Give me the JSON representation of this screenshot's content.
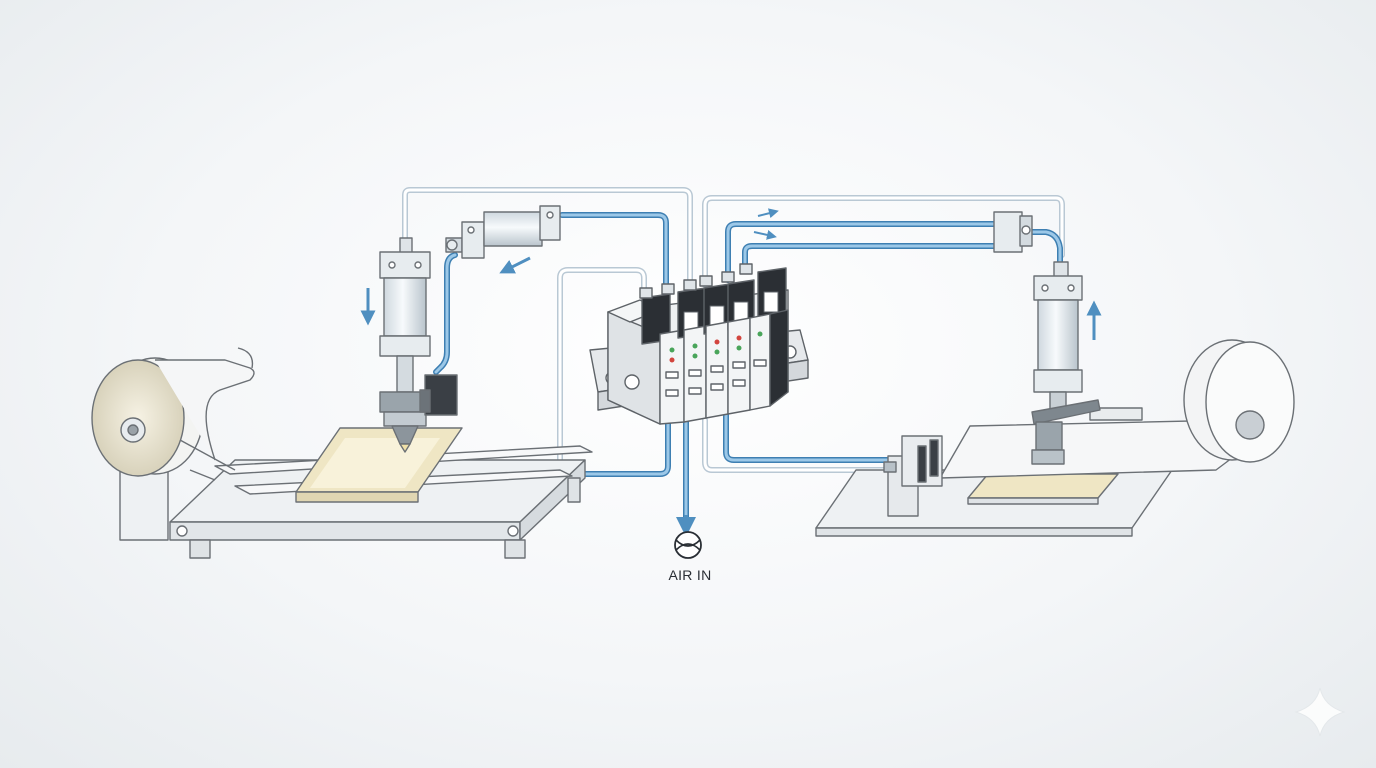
{
  "diagram": {
    "air_inlet": {
      "label": "AIR IN",
      "icon": "air-supply-icon"
    },
    "colors": {
      "air_line": "#5f9fcc",
      "air_line_light": "#c8dcec",
      "outline": "#6b7075",
      "frame_fill": "#f2f4f5",
      "valve_dark": "#2b2f34",
      "led_green": "#49a55a",
      "led_red": "#d2453e",
      "adhesive": "#efe6c4"
    },
    "components": [
      {
        "id": "left-feed-roll",
        "icon": "material-roll-icon"
      },
      {
        "id": "left-conveyor-table",
        "icon": "conveyor-table-icon"
      },
      {
        "id": "left-vertical-cylinder",
        "icon": "pneumatic-cylinder-icon",
        "motion": "down"
      },
      {
        "id": "left-horizontal-cylinder",
        "icon": "pneumatic-cylinder-icon",
        "motion": "left"
      },
      {
        "id": "valve-manifold",
        "icon": "solenoid-valve-manifold-icon",
        "valves": 5
      },
      {
        "id": "right-vertical-cylinder",
        "icon": "pneumatic-cylinder-icon",
        "motion": "up"
      },
      {
        "id": "right-horizontal-cylinder",
        "icon": "pneumatic-cylinder-icon",
        "motion": "right"
      },
      {
        "id": "right-output-roll",
        "icon": "material-roll-icon"
      },
      {
        "id": "right-press-table",
        "icon": "press-table-icon"
      },
      {
        "id": "right-gripper-unit",
        "icon": "gripper-icon"
      }
    ],
    "watermark_icon": "sparkle-icon"
  }
}
